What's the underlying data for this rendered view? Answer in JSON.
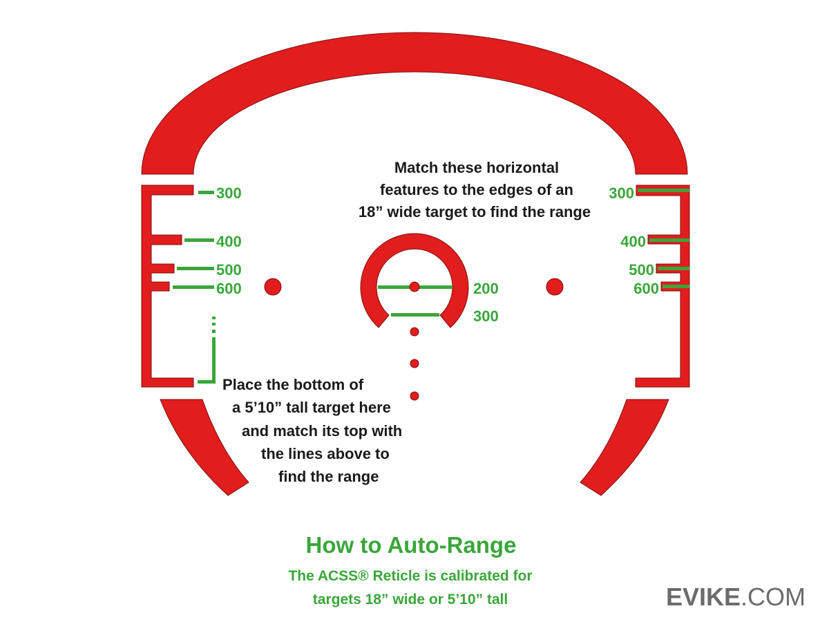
{
  "left_scale": {
    "labels": [
      "300",
      "400",
      "500",
      "600"
    ]
  },
  "right_scale": {
    "labels": [
      "300",
      "400",
      "500",
      "600"
    ]
  },
  "center_scale": {
    "labels": [
      "200",
      "300"
    ]
  },
  "instruction_width": [
    "Match these horizontal",
    "features to the edges of an",
    "18” wide target to find the range"
  ],
  "instruction_height": [
    "Place the bottom of",
    "a 5’10” tall target here",
    "and match its top with",
    "the lines above to",
    "find the range"
  ],
  "title": "How to Auto-Range",
  "subtitle": [
    "The ACSS® Reticle is calibrated for",
    "targets 18” wide or 5’10” tall"
  ],
  "logo": {
    "main": "EVIKE",
    "suffix": ".COM"
  },
  "colors": {
    "red": "#e21d1d",
    "green": "#3aa63a"
  }
}
